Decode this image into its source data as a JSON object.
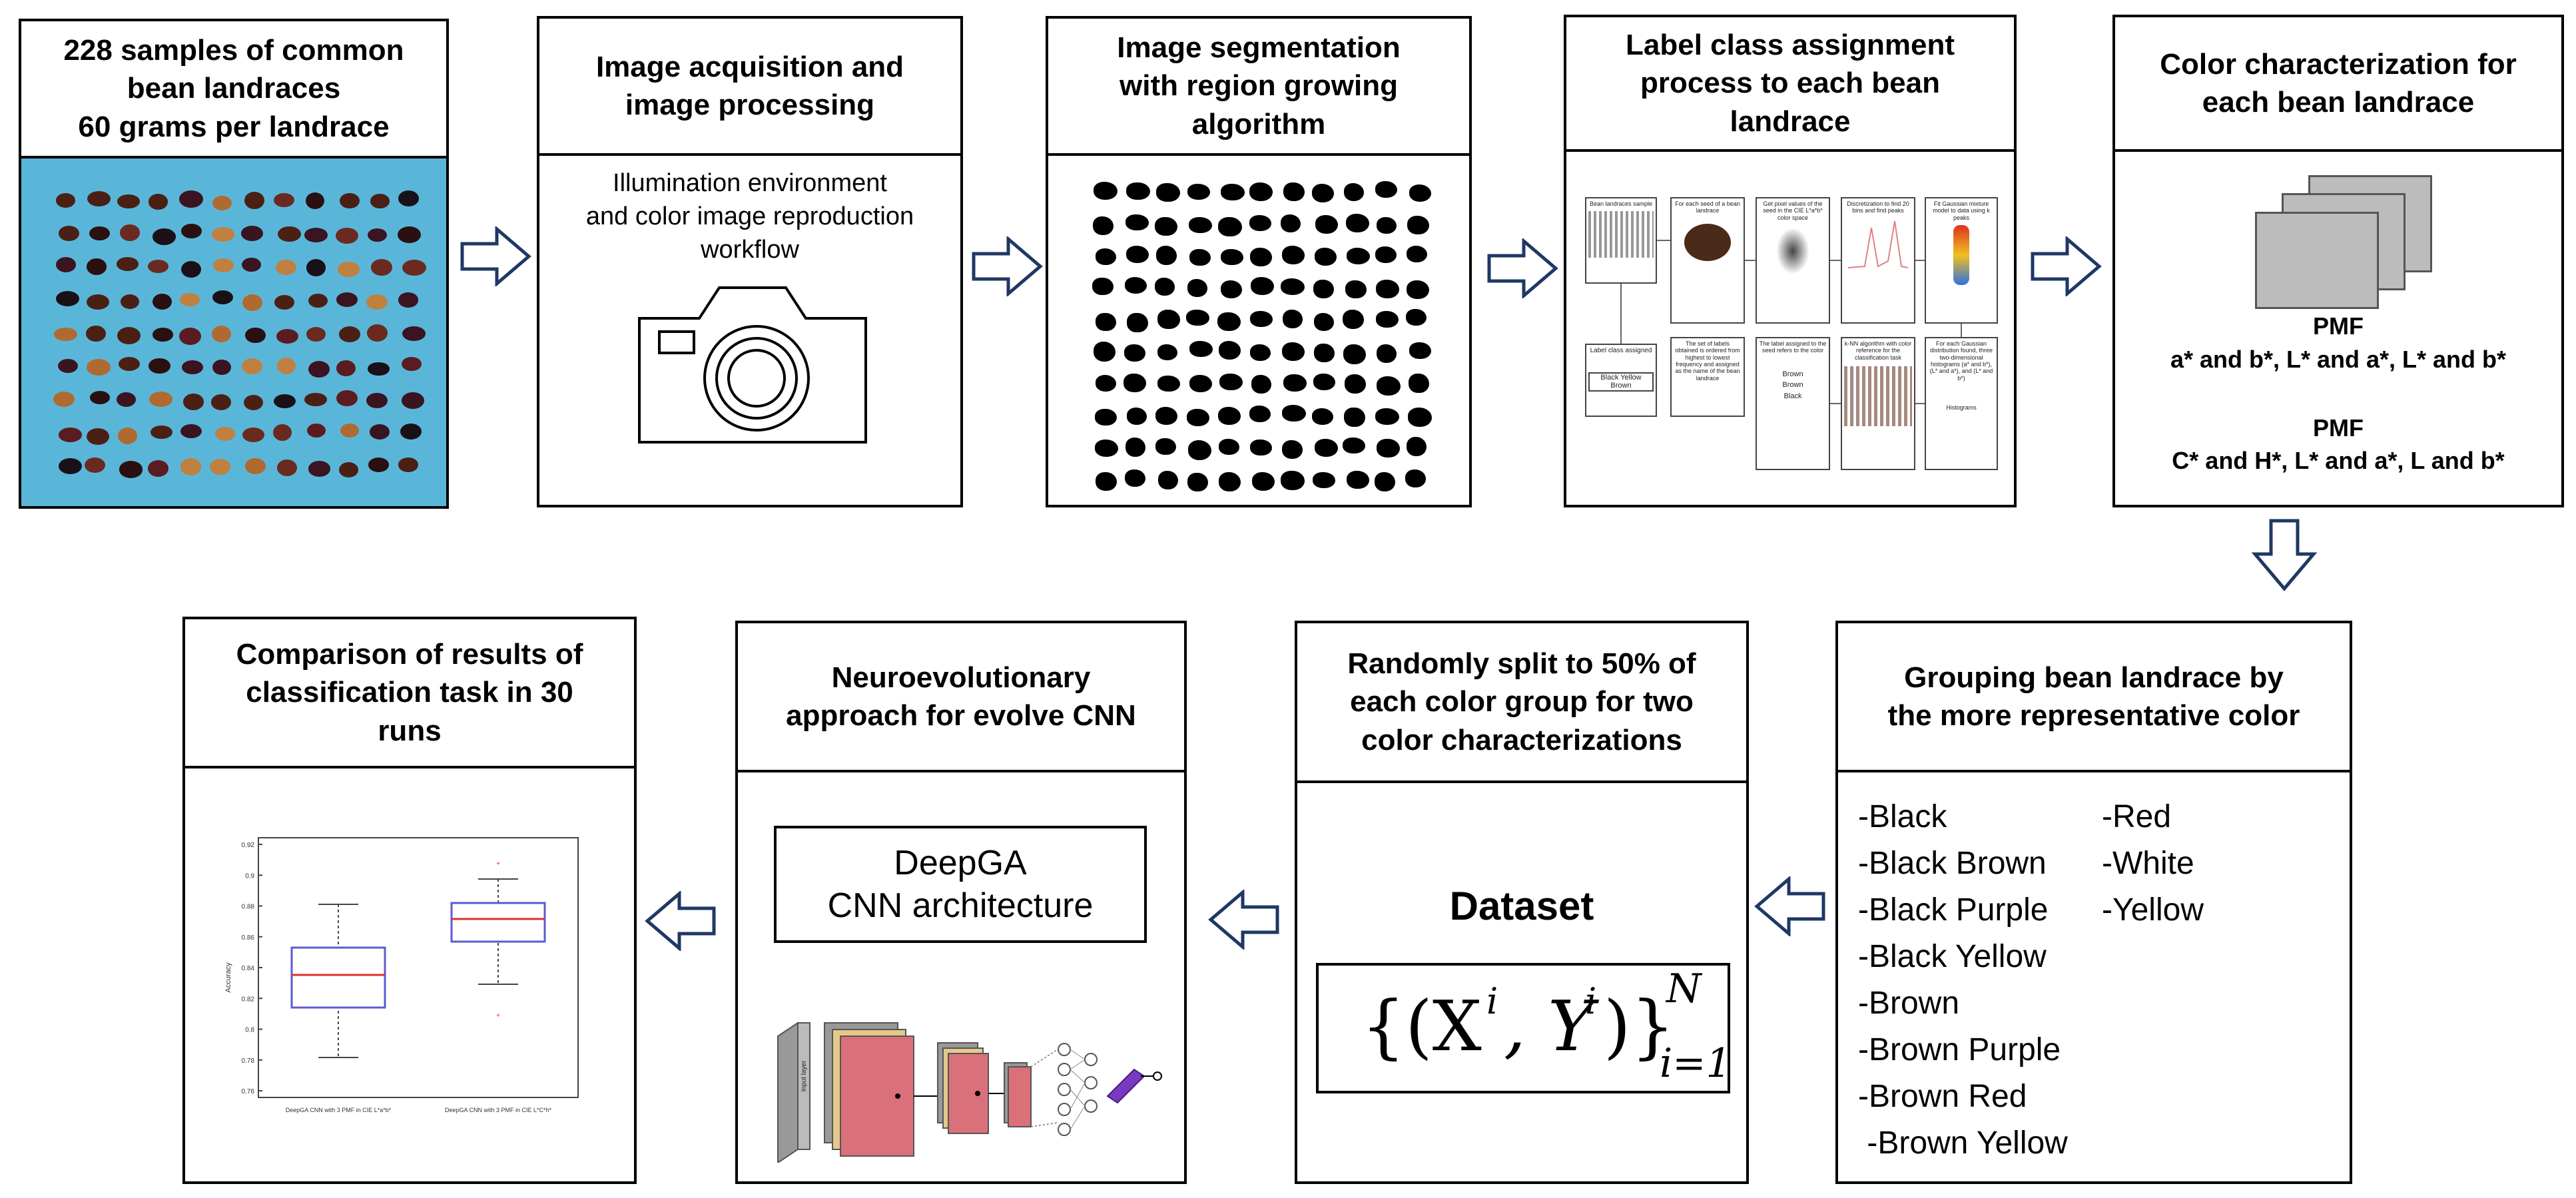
{
  "steps": {
    "s1": {
      "title": "228 samples of common\nbean landraces\n60 grams per landrace"
    },
    "s2": {
      "title": "Image acquisition and\nimage processing",
      "body": "Illumination environment\nand color image reproduction\nworkflow"
    },
    "s3": {
      "title": "Image segmentation\nwith region growing\nalgorithm"
    },
    "s4": {
      "title": "Label class assignment\nprocess to each bean\nlandrace",
      "mini": {
        "a": "Bean landraces sample",
        "b": "For each seed of a bean landrace",
        "c": "Get pixel values of the seed in the CIE L*a*b* color space",
        "d": "Discretization to find 20 bins and find peaks",
        "e": "Fit Gaussian mixture model to data using k peaks",
        "f": "Label class assigned",
        "f2": "Black Yellow Brown",
        "g": "The set of labels obtained is ordered from highest to lowest frequency and assigned as the name of the bean landrace",
        "h": "The label assigned to the seed refers to the color",
        "h2": "Brown\nBrown\nBlack",
        "i": "k-NN algorithm with color reference for the classification task",
        "j": "For each Gaussian distribution found, three two-dimensional histograms (a* and b*), (L* and a*), and (L* and b*)",
        "j2": "Histograms"
      }
    },
    "s5": {
      "title": "Color characterization for\neach bean landrace",
      "pmf1_title": "PMF",
      "pmf1_text": "a* and b*, L* and a*, L* and b*",
      "pmf2_title": "PMF",
      "pmf2_text": "C* and H*, L* and a*, L and b*"
    },
    "s6": {
      "title": "Grouping bean landrace by\nthe more representative color",
      "col1": [
        "-Black",
        "-Black Brown",
        "-Black Purple",
        "-Black Yellow",
        "-Brown",
        "-Brown Purple",
        "-Brown Red",
        " -Brown Yellow"
      ],
      "col2": [
        "-Red",
        "-White",
        "-Yellow"
      ]
    },
    "s7": {
      "title": "Randomly split to 50% of\neach color group for two\ncolor characterizations",
      "dataset": "Dataset",
      "formula_lhs": "{(X",
      "formula_i1": "i",
      "formula_mid": ", Y",
      "formula_i2": "i",
      "formula_rhs": ")}",
      "formula_sup": "N",
      "formula_sub": "i=1"
    },
    "s8": {
      "title": "Neuroevolutionary\napproach for evolve CNN",
      "arch": "DeepGA\nCNN architecture",
      "input_label": "Input layer"
    },
    "s9": {
      "title": "Comparison of results of\nclassification task in 30\nruns",
      "ylabel": "Accuracy",
      "xlabel1": "DeepGA CNN with 3 PMF in CIE L*a*b*",
      "xlabel2": "DeepGA CNN with 3 PMF in CIE L*C*h*",
      "yticks": [
        "0.92",
        "0.9",
        "0.88",
        "0.86",
        "0.84",
        "0.82",
        "0.8",
        "0.78",
        "0.76"
      ]
    }
  },
  "colors": {
    "border": "#000000",
    "arrow": "#1f3864",
    "bean_bg": "#5ab6d9",
    "box_plot_blue": "#5b5bd6",
    "box_plot_red": "#e03030",
    "filter": "#d9707a"
  }
}
